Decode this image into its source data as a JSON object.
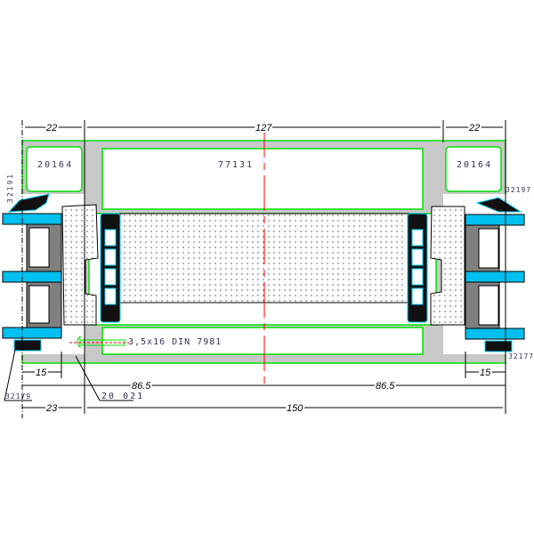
{
  "drawing": {
    "profile_labels": {
      "frame_left": "20164",
      "sash": "77131",
      "frame_right": "20164",
      "gasket_top_left": "32191",
      "gasket_top_right": "32197",
      "gasket_bottom_left": "32179",
      "gasket_bottom_right": "32177",
      "connector": "20 021",
      "screw": "3,5x16 DIN 7981"
    },
    "dimensions": {
      "top_left": "22",
      "top_center": "127",
      "top_right": "22",
      "glass_left": "15",
      "glass_right": "15",
      "half_left": "86.5",
      "half_right": "86.5",
      "bottom_left": "23",
      "bottom_total": "150"
    },
    "colors": {
      "profile_outline": "#00e000",
      "profile_fill": "#c8c8c8",
      "glass_spacer": "#00c0f0",
      "center_line": "#ff0000"
    }
  }
}
